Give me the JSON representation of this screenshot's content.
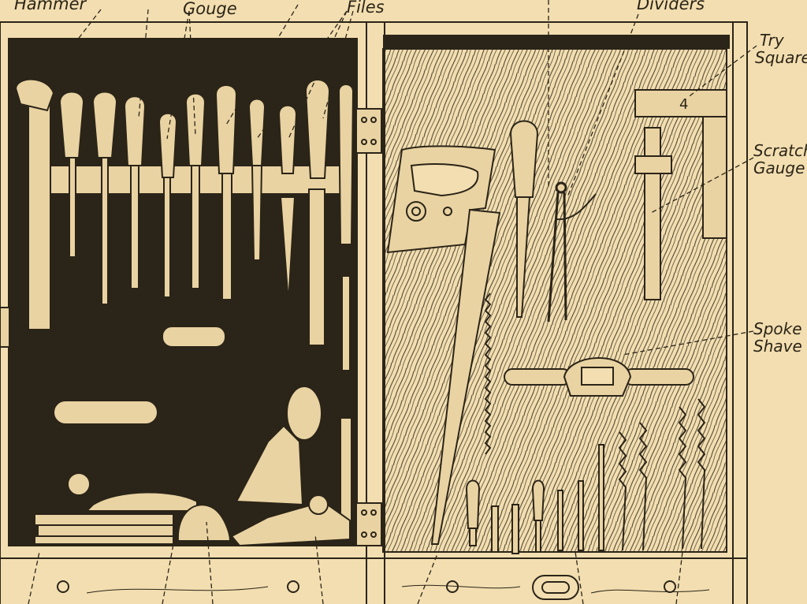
{
  "labels": {
    "hammer": "Hammer",
    "gouge": "Gouge",
    "files": "Files",
    "dividers": "Dividers",
    "try_square": [
      "Try",
      "Square"
    ],
    "scratch_gauge": [
      "Scratch",
      "Gauge"
    ],
    "spoke_shave": [
      "Spoke",
      "Shave"
    ],
    "square_mark": "4"
  },
  "colors": {
    "paper": "#f2deb0",
    "ink": "#2b2418",
    "wood": "#e9d3a2"
  }
}
